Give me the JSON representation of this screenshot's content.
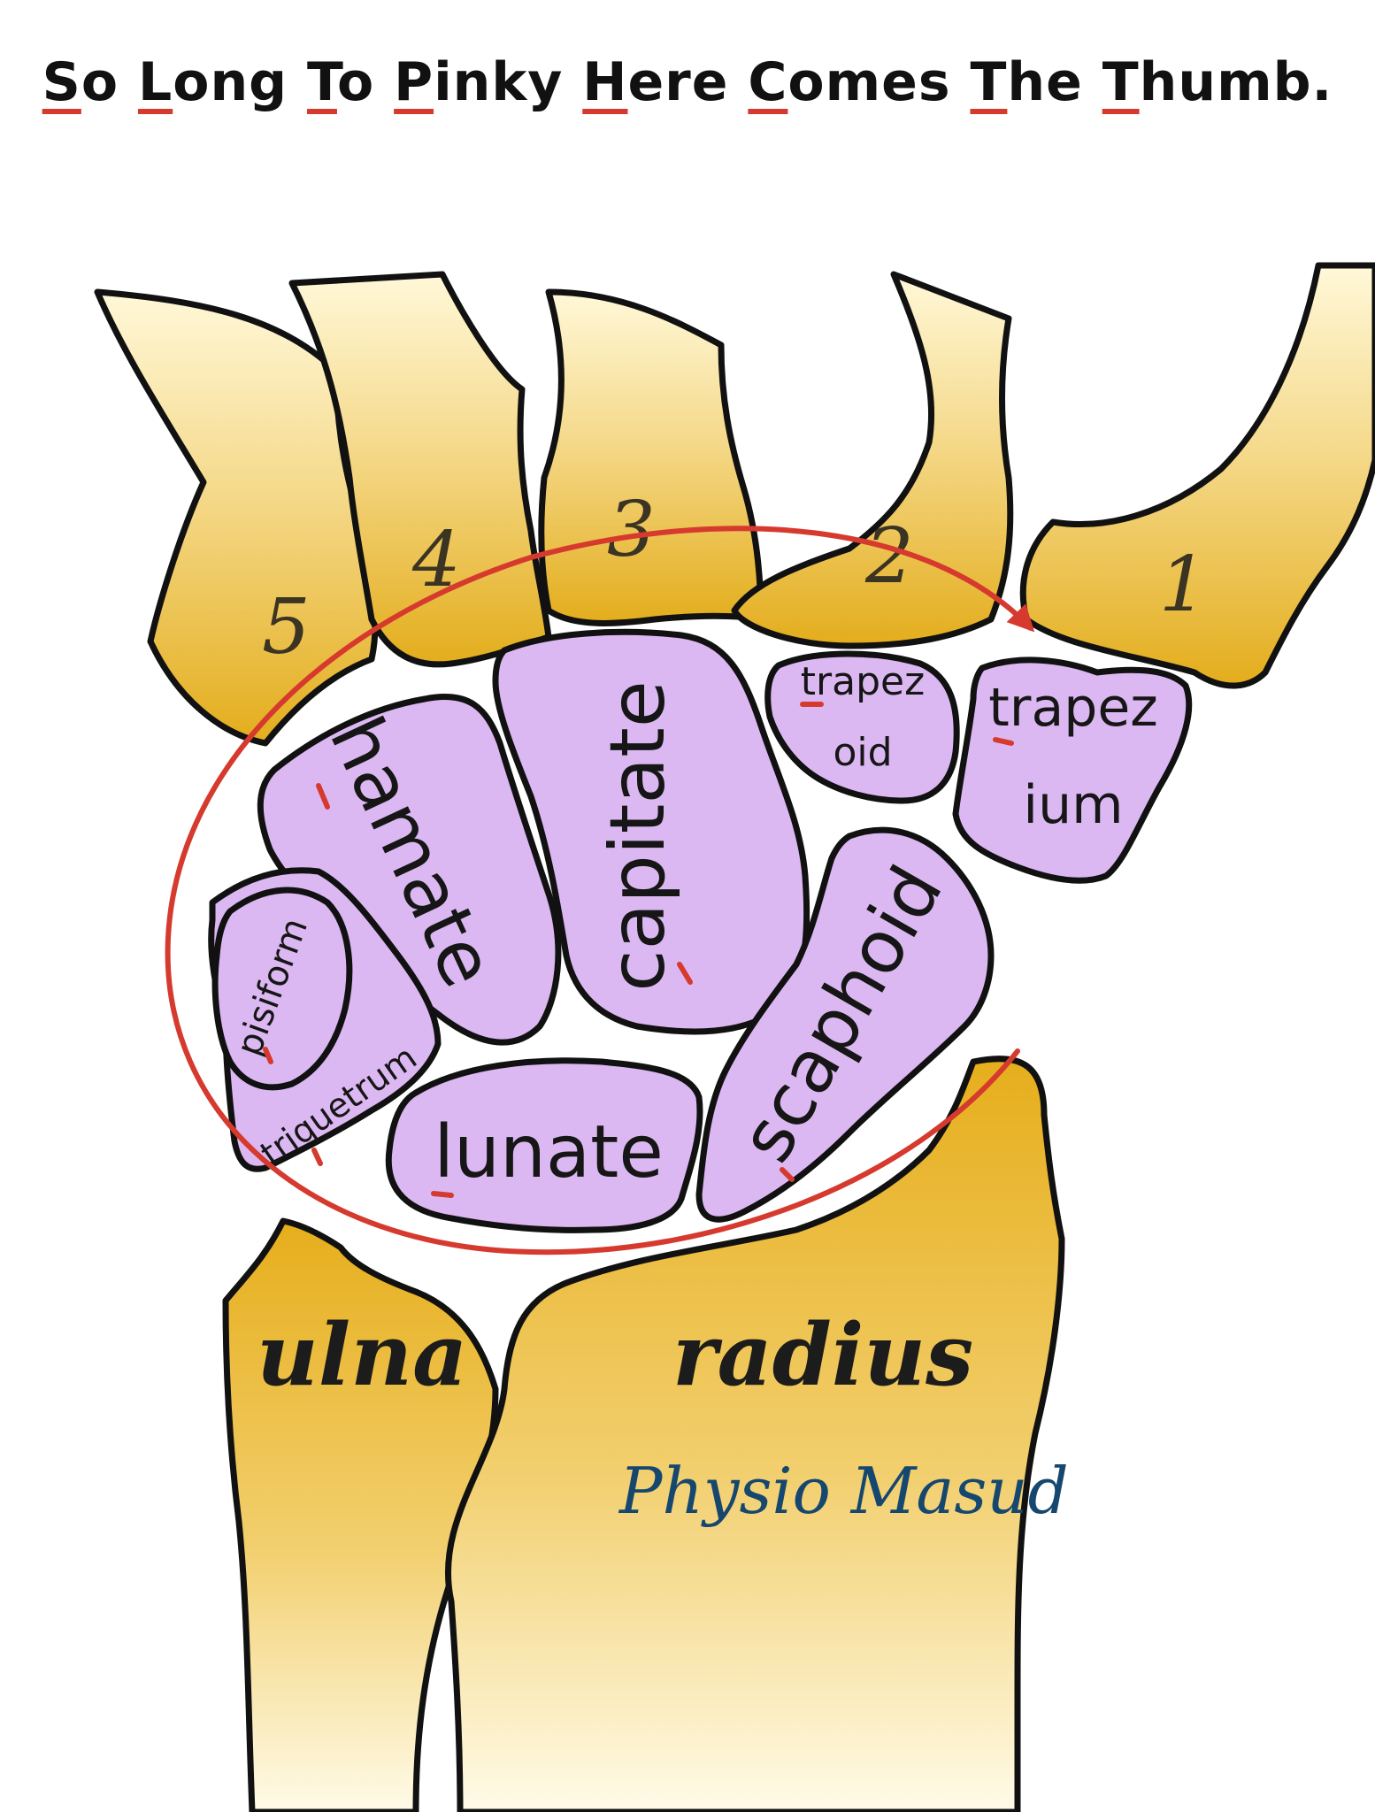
{
  "mnemonic": {
    "words": [
      {
        "first": "S",
        "rest": "o"
      },
      {
        "first": "L",
        "rest": "ong"
      },
      {
        "first": "T",
        "rest": "o"
      },
      {
        "first": "P",
        "rest": "inky"
      },
      {
        "first": "H",
        "rest": "ere"
      },
      {
        "first": "C",
        "rest": "omes"
      },
      {
        "first": "T",
        "rest": "he"
      },
      {
        "first": "T",
        "rest": "humb."
      }
    ]
  },
  "metacarpals": {
    "m5": "5",
    "m4": "4",
    "m3": "3",
    "m2": "2",
    "m1": "1"
  },
  "carpals": {
    "hamate": "hamate",
    "capitate": "capitate",
    "trapezoid_top": "trapez",
    "trapezoid_bottom": "oid",
    "trapezium_top": "trapez",
    "trapezium_bottom": "ium",
    "pisiform": "pisiform",
    "triquetrum": "triquetrum",
    "lunate": "lunate",
    "scaphoid": "scaphoid"
  },
  "forearm": {
    "ulna": "ulna",
    "radius": "radius"
  },
  "signature": "Physio Masud",
  "colors": {
    "bone_gold": "#e8b52a",
    "bone_light": "#fff6cf",
    "carpal_fill": "#dcb8f2",
    "outline": "#111111",
    "mnemonic_arrow": "#d63a2e"
  }
}
